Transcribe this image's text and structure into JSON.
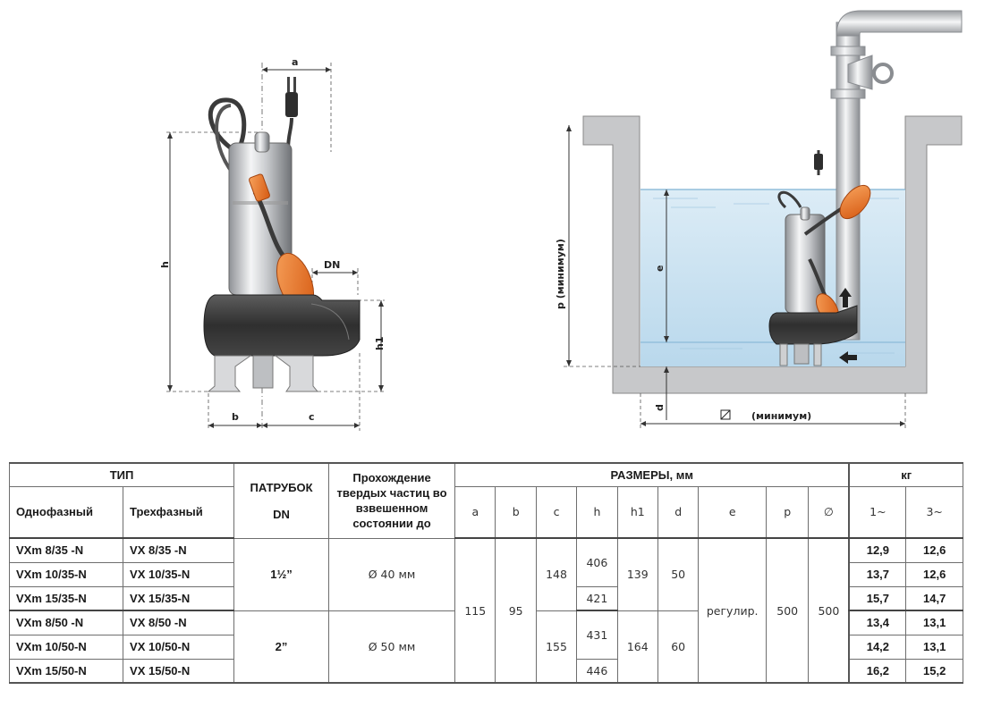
{
  "drawing_left": {
    "dims": {
      "a": "a",
      "b": "b",
      "c": "c",
      "h": "h",
      "h1": "h1",
      "dn": "DN"
    }
  },
  "drawing_right": {
    "dims": {
      "p": "p (минимум)",
      "e": "e",
      "d": "d",
      "diam": "(минимум)"
    }
  },
  "table": {
    "header": {
      "tip": "ТИП",
      "single_phase": "Однофазный",
      "three_phase": "Трехфазный",
      "patrubok": "ПАТРУБОК",
      "dn": "DN",
      "solids": "Прохождение твердых частиц во взвешенном состоянии до",
      "sizes": "РАЗМЕРЫ, мм",
      "kg": "кг",
      "cols": [
        "a",
        "b",
        "c",
        "h",
        "h1",
        "d",
        "e",
        "p",
        "∅",
        "1~",
        "3~"
      ]
    },
    "rows": [
      {
        "single": "VXm 8/35 -N",
        "three": "VX 8/35 -N",
        "kg1": "12,9",
        "kg3": "12,6"
      },
      {
        "single": "VXm 10/35-N",
        "three": "VX 10/35-N",
        "kg1": "13,7",
        "kg3": "12,6"
      },
      {
        "single": "VXm 15/35-N",
        "three": "VX 15/35-N",
        "kg1": "15,7",
        "kg3": "14,7"
      },
      {
        "single": "VXm 8/50 -N",
        "three": "VX 8/50 -N",
        "kg1": "13,4",
        "kg3": "13,1"
      },
      {
        "single": "VXm 10/50-N",
        "three": "VX 10/50-N",
        "kg1": "14,2",
        "kg3": "13,1"
      },
      {
        "single": "VXm 15/50-N",
        "three": "VX 15/50-N",
        "kg1": "16,2",
        "kg3": "15,2"
      }
    ],
    "groups": [
      {
        "dn": "1½”",
        "solids": "Ø 40 мм",
        "c": "148",
        "h_a": "406",
        "h_b": "421",
        "h1": "139",
        "d": "50"
      },
      {
        "dn": "2”",
        "solids": "Ø 50 мм",
        "c": "155",
        "h_a": "431",
        "h_b": "446",
        "h1": "164",
        "d": "60"
      }
    ],
    "shared": {
      "a": "115",
      "b": "95",
      "e": "регулир.",
      "p": "500",
      "diam": "500"
    }
  }
}
